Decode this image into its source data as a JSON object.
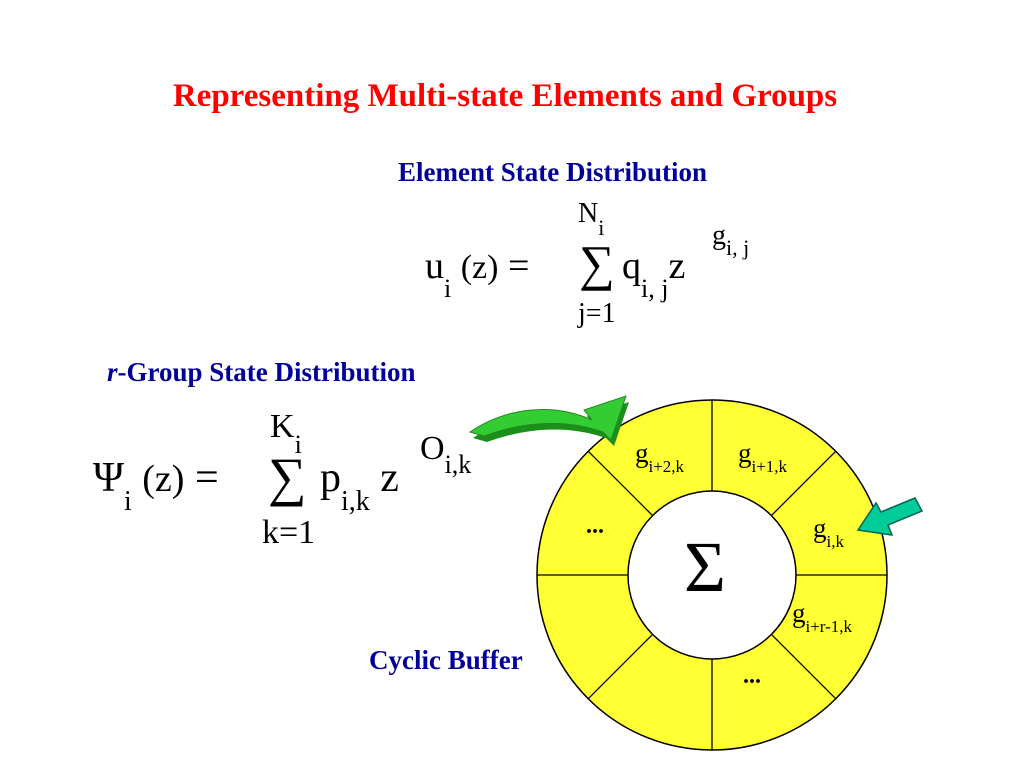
{
  "title": "Representing Multi-state Elements and Groups",
  "element_section": {
    "heading": "Element State Distribution",
    "formula": {
      "lhs_symbol": "u",
      "lhs_sub": "i",
      "lhs_arg": "(z)",
      "equals": "=",
      "sum_upper": "N",
      "sum_upper_sub": "i",
      "sum_lower": "j=1",
      "sigma": "∑",
      "coef": "q",
      "coef_sub": "i, j",
      "var": "z",
      "exp": "g",
      "exp_sub": "i, j"
    }
  },
  "group_section": {
    "heading_italic": "r",
    "heading_rest": "-Group State Distribution",
    "formula": {
      "lhs_symbol": "Ψ",
      "lhs_sub": "i",
      "lhs_arg": "(z)",
      "equals": "=",
      "sum_upper": "K",
      "sum_upper_sub": "i",
      "sum_lower": "k=1",
      "sigma": "∑",
      "coef": "p",
      "coef_sub": "i,k",
      "var": "z",
      "exp": "O",
      "exp_sub": "i,k"
    }
  },
  "buffer": {
    "label": "Cyclic Buffer",
    "center_symbol": "Σ",
    "segments": {
      "g_i2": {
        "base": "g",
        "sub": "i+2,k"
      },
      "g_i1": {
        "base": "g",
        "sub": "i+1,k"
      },
      "g_i": {
        "base": "g",
        "sub": "i,k"
      },
      "g_ir1": {
        "base": "g",
        "sub": "i+r-1,k"
      },
      "dots_left": "...",
      "dots_bottom": "..."
    }
  },
  "colors": {
    "title": "#ff0000",
    "heading": "#000099",
    "ring_fill": "#ffff33",
    "green_arrow": "#33cc33",
    "teal_arrow": "#00cc99"
  }
}
